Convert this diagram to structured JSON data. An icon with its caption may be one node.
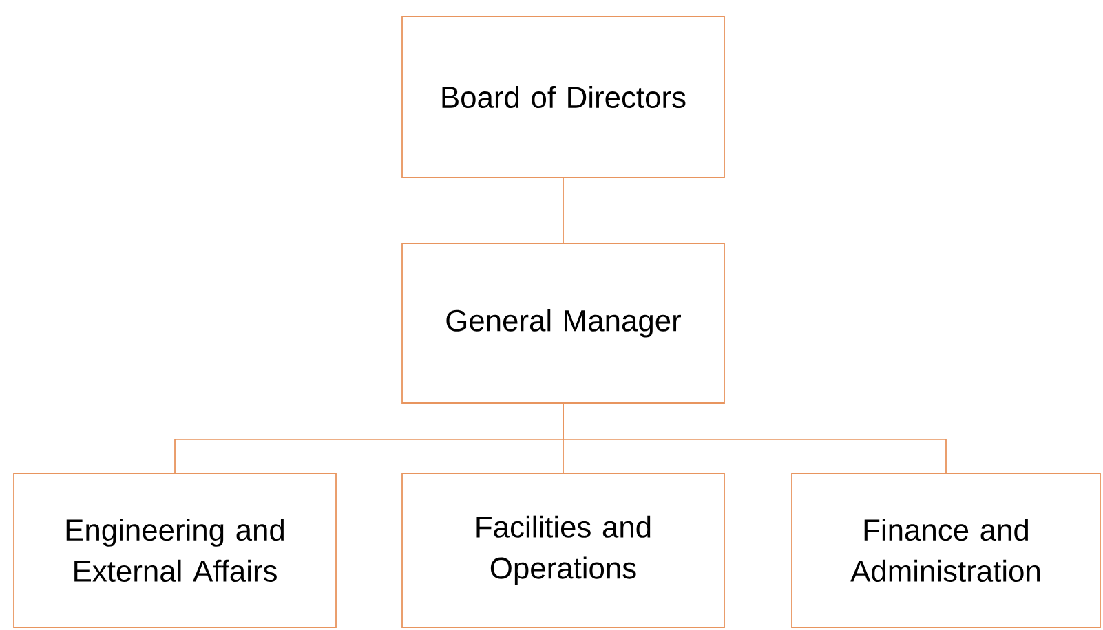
{
  "diagram": {
    "nodes": [
      {
        "text": [
          "Board of Directors"
        ]
      },
      {
        "text": [
          "General Manager"
        ]
      },
      {
        "text": [
          "Engineering and External Affairs"
        ]
      },
      {
        "text": [
          "Facilities and Operations"
        ]
      },
      {
        "text": [
          "Finance and Administration"
        ]
      }
    ],
    "edges": [
      {
        "from": 0,
        "to": 1,
        "arrow": "none"
      },
      {
        "from": 1,
        "to": 2,
        "arrow": "none"
      },
      {
        "from": 1,
        "to": 3,
        "arrow": "none"
      },
      {
        "from": 1,
        "to": 4,
        "arrow": "none"
      }
    ]
  }
}
